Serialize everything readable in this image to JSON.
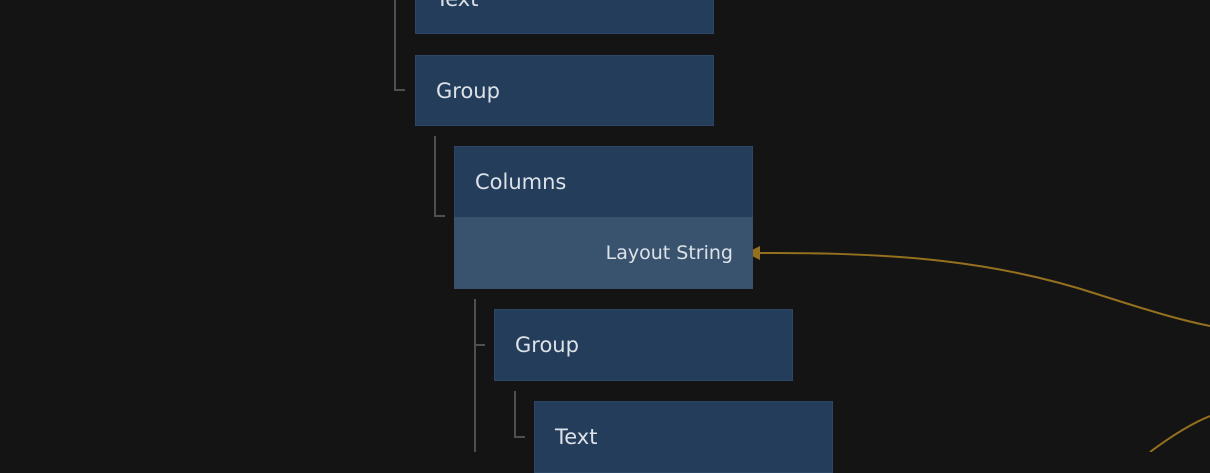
{
  "nodes": [
    {
      "title": "Text"
    },
    {
      "title": "Group"
    },
    {
      "title": "Columns",
      "port": "Layout String"
    },
    {
      "title": "Group"
    },
    {
      "title": "Text"
    }
  ],
  "colors": {
    "background": "#141414",
    "node": "#233d5b",
    "port": "#39536f",
    "wire": "#94701f",
    "connector": "#4a4a4a"
  }
}
